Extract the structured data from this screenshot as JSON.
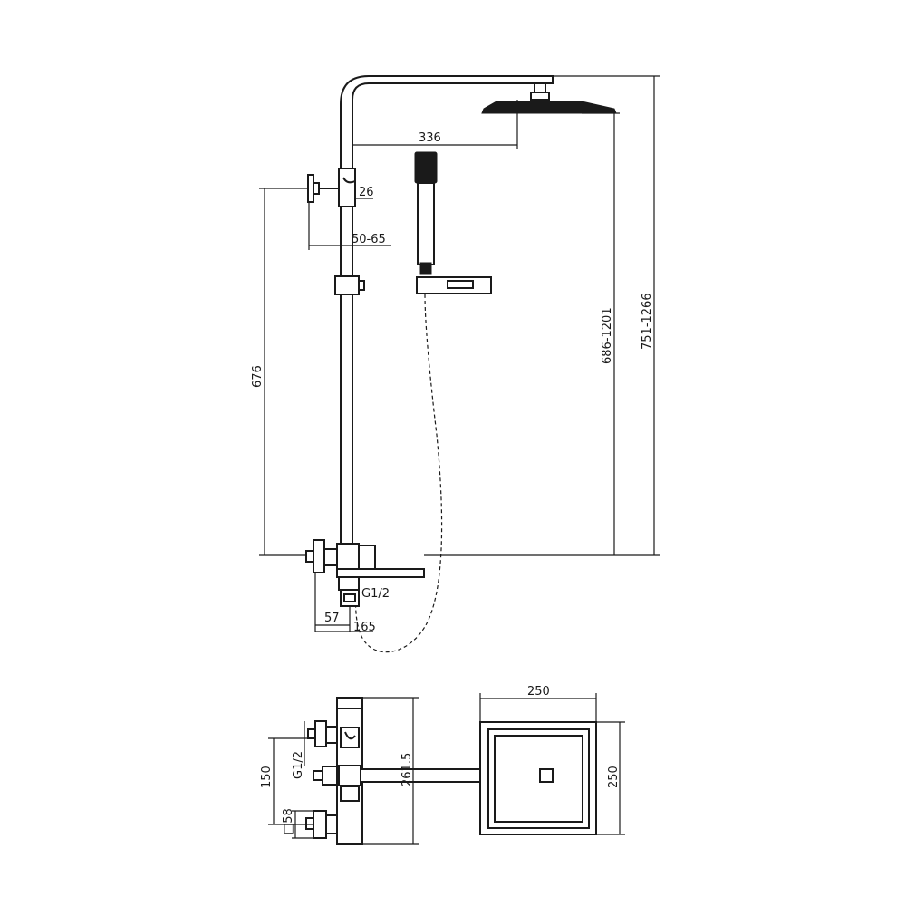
{
  "colors": {
    "line": "#1a1a1a",
    "background": "#ffffff"
  },
  "dimensions": {
    "arm_reach": "336",
    "holder_size": "26",
    "bracket_offset": "50-65",
    "mixer_to_bracket": "676",
    "mixer_to_head": "686-1201",
    "total_height": "751-1266",
    "inlet_thread": "G1/2",
    "inlet_offset": "57",
    "spout_length": "165",
    "top_width": "250",
    "top_depth": "250",
    "inlet_spacing": "150",
    "inlet_thread_top": "G1/2",
    "body_depth": "261.5",
    "handle_size": "□58"
  }
}
